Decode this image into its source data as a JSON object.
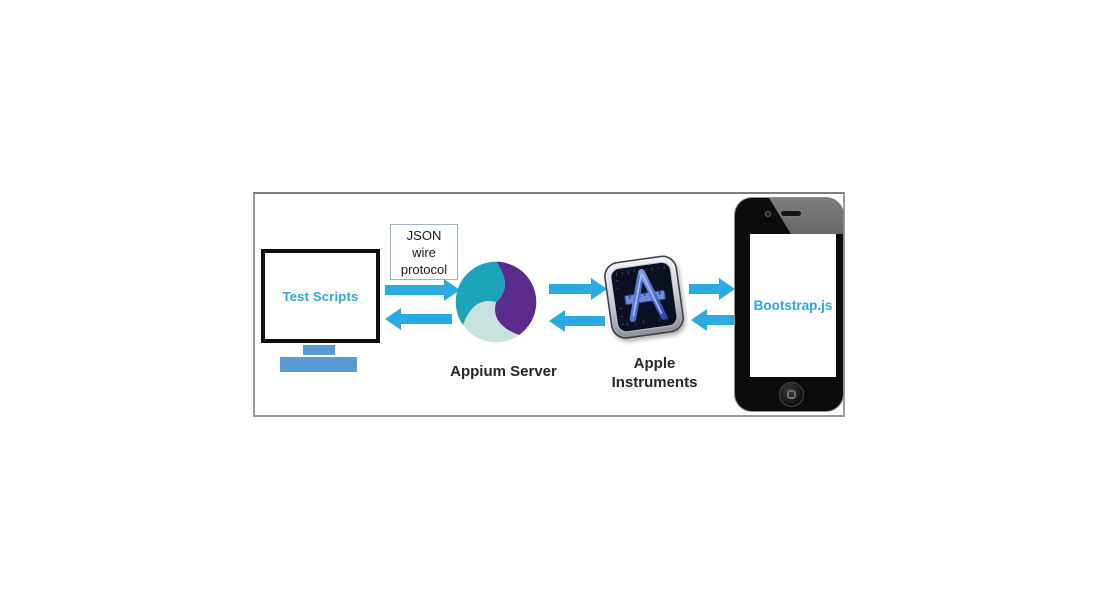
{
  "colors": {
    "arrow": "#29ABE2",
    "node_text": "#29A9E0",
    "label_text": "#262626",
    "stand_blue": "#5B9BD5",
    "appium_teal": "#1CA4B8",
    "appium_purple": "#5B2C8D",
    "appium_pale": "#C6E1DE"
  },
  "nodes": {
    "test_scripts": {
      "label": "Test Scripts"
    },
    "json_wire_protocol": {
      "label": "JSON\nwire\nprotocol"
    },
    "appium_server": {
      "label": "Appium Server"
    },
    "apple_instruments": {
      "label": "Apple\nInstruments"
    },
    "bootstrap_js": {
      "label": "Bootstrap.js"
    }
  },
  "icons": {
    "monitor": "desktop-monitor-icon",
    "appium": "appium-swirl-logo-icon",
    "instruments": "apple-instruments-app-icon",
    "phone": "iphone-icon",
    "flow": "blue-arrow-icons"
  }
}
